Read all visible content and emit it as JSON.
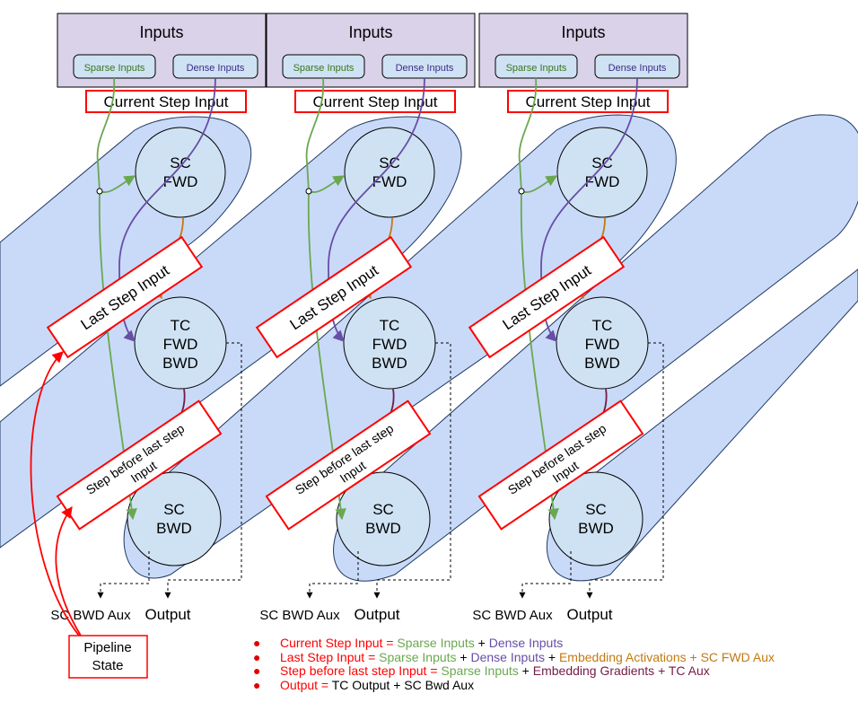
{
  "columns": [
    {
      "inputs_title": "Inputs",
      "sparse_label": "Sparse Inputs",
      "dense_label": "Dense Inputs",
      "current_step_label": "Current Step Input",
      "sc_fwd": [
        "SC",
        "FWD"
      ],
      "tc": [
        "TC",
        "FWD",
        "BWD"
      ],
      "sc_bwd": [
        "SC",
        "BWD"
      ],
      "last_step_label": "Last Step Input",
      "step_before_label": [
        "Step before last step",
        "Input"
      ],
      "aux_label": "SC BWD Aux",
      "output_label": "Output"
    },
    {
      "inputs_title": "Inputs",
      "sparse_label": "Sparse Inputs",
      "dense_label": "Dense Inputs",
      "current_step_label": "Current Step Input",
      "sc_fwd": [
        "SC",
        "FWD"
      ],
      "tc": [
        "TC",
        "FWD",
        "BWD"
      ],
      "sc_bwd": [
        "SC",
        "BWD"
      ],
      "last_step_label": "Last Step Input",
      "step_before_label": [
        "Step before last step",
        "Input"
      ],
      "aux_label": "SC BWD Aux",
      "output_label": "Output"
    },
    {
      "inputs_title": "Inputs",
      "sparse_label": "Sparse Inputs",
      "dense_label": "Dense Inputs",
      "current_step_label": "Current Step Input",
      "sc_fwd": [
        "SC",
        "FWD"
      ],
      "tc": [
        "TC",
        "FWD",
        "BWD"
      ],
      "sc_bwd": [
        "SC",
        "BWD"
      ],
      "last_step_label": "Last Step Input",
      "step_before_label": [
        "Step before last step",
        "Input"
      ],
      "aux_label": "SC BWD Aux",
      "output_label": "Output"
    }
  ],
  "pipeline_state_label": [
    "Pipeline",
    "State"
  ],
  "legend": {
    "bullet": "●",
    "items": [
      [
        {
          "text": "Current Step Input = ",
          "color": "red"
        },
        {
          "text": "Sparse Inputs",
          "color": "green"
        },
        {
          "text": " + ",
          "color": "black"
        },
        {
          "text": "Dense Inputs",
          "color": "purple"
        }
      ],
      [
        {
          "text": "Last Step Input = ",
          "color": "red"
        },
        {
          "text": "Sparse Inputs",
          "color": "green"
        },
        {
          "text": " + ",
          "color": "black"
        },
        {
          "text": "Dense Inputs",
          "color": "purple"
        },
        {
          "text": " + ",
          "color": "black"
        },
        {
          "text": "Embedding Activations + SC FWD Aux",
          "color": "orange"
        }
      ],
      [
        {
          "text": "Step before last step Input = ",
          "color": "red"
        },
        {
          "text": "Sparse Inputs",
          "color": "green"
        },
        {
          "text": " + ",
          "color": "black"
        },
        {
          "text": "Embedding Gradients + TC Aux",
          "color": "maroon"
        }
      ],
      [
        {
          "text": "Output = ",
          "color": "red"
        },
        {
          "text": "TC Output + SC Bwd Aux",
          "color": "black"
        }
      ]
    ]
  },
  "colors": {
    "inputs_box_fill": "#d9d2e9",
    "node_fill": "#cfe2f3",
    "band_fill": "#c9daf8",
    "red": "#ff0000",
    "green": "#6aa84f",
    "purple": "#674ea7",
    "orange": "#c27a10",
    "maroon": "#741b47",
    "black": "#000000",
    "sparse_text": "#38761d",
    "dense_text": "#3c2b8a"
  }
}
